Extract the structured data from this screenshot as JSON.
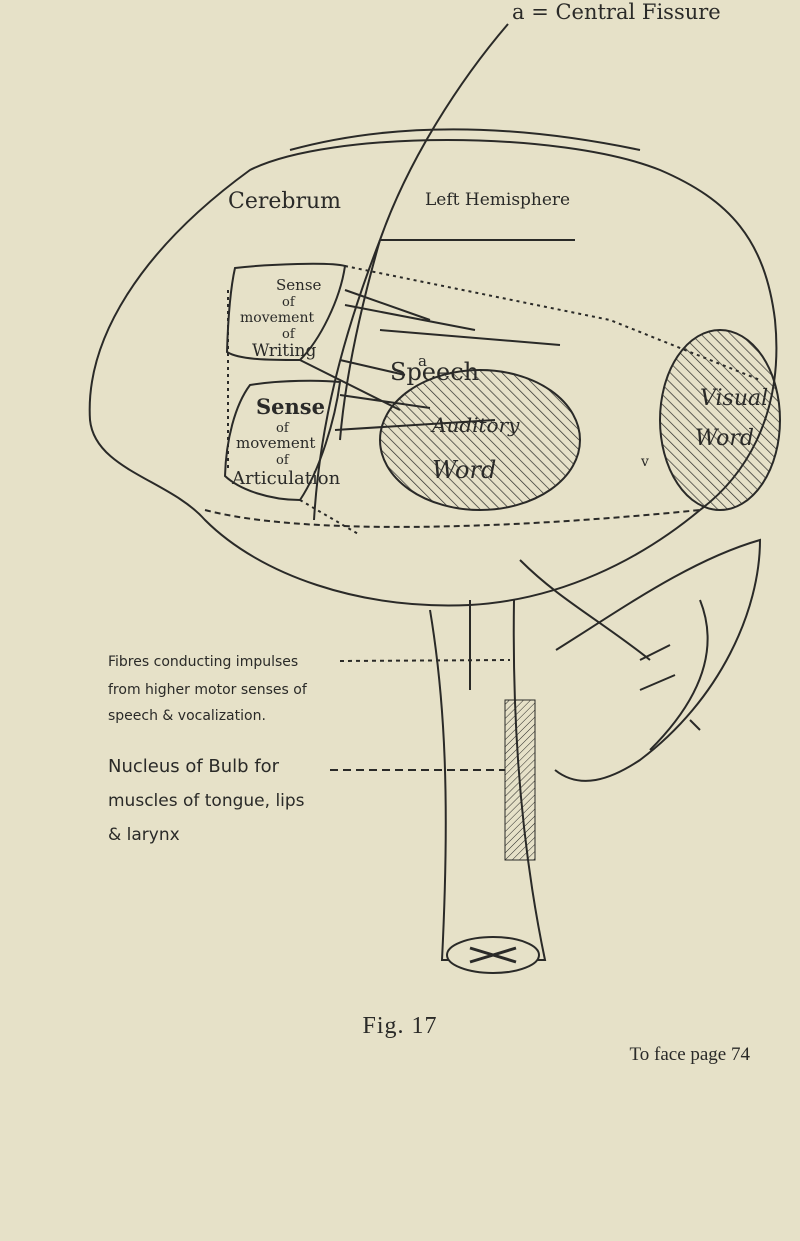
{
  "header": {
    "top_label": "a = Central Fissure"
  },
  "regions": {
    "cerebrum": "Cerebrum",
    "left_hemisphere": "Left Hemisphere",
    "sense_movement_writing": [
      "Sense",
      "of",
      "movement",
      "of",
      "Writing"
    ],
    "sense_movement_articulation": [
      "Sense",
      "of",
      "movement",
      "of",
      "Articulation"
    ],
    "speech": "Speech",
    "auditory_word": [
      "Auditory",
      "Word"
    ],
    "visual_word": [
      "Visual",
      "Word"
    ],
    "markers": {
      "a": "a",
      "v": "v"
    }
  },
  "annotations": {
    "fibres": [
      "Fibres conducting impulses",
      "from higher motor senses of",
      "speech & vocalization."
    ],
    "nucleus": [
      "Nucleus of Bulb for",
      "muscles of tongue, lips",
      "& larynx"
    ]
  },
  "figure": {
    "caption": "Fig. 17",
    "face_page": "To face page 74"
  },
  "colors": {
    "paper": "#e6e1c8",
    "ink": "#2a2a28"
  }
}
